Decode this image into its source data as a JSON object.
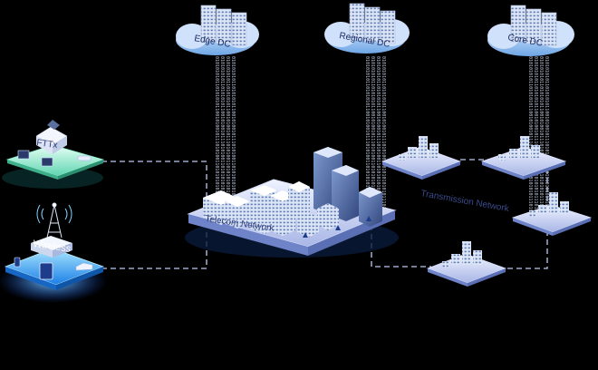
{
  "data_centers": {
    "edge": {
      "label": "Edge DC"
    },
    "regional": {
      "label": "Regional DC"
    },
    "core": {
      "label": "Core DC"
    }
  },
  "access": {
    "ftth": {
      "label": "FTTx"
    },
    "wireless": {
      "label": "Wireless"
    }
  },
  "network": {
    "telecom": {
      "label": "Telecom Network"
    },
    "transmission": {
      "label": "Transmission Network"
    }
  },
  "binary_stream": "0101010101101010101100101001011101010011010101010101110101"
}
